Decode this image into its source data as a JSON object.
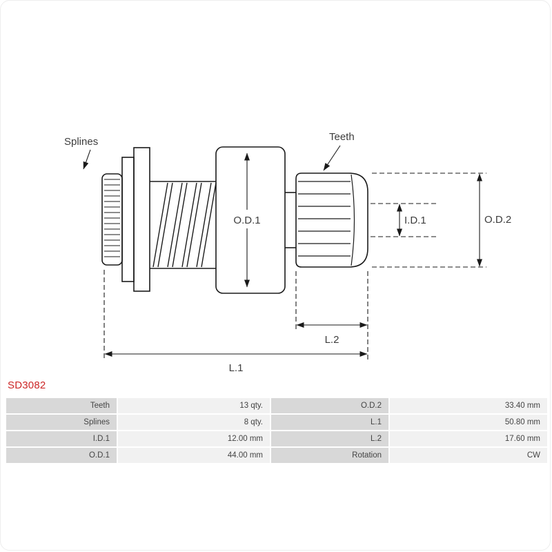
{
  "part_number": "SD3082",
  "accent_color": "#cc2626",
  "diagram": {
    "labels": {
      "splines": "Splines",
      "teeth": "Teeth",
      "od1": "O.D.1",
      "id1": "I.D.1",
      "od2": "O.D.2",
      "l1": "L.1",
      "l2": "L.2"
    }
  },
  "spec_table": {
    "left": [
      {
        "label": "Teeth",
        "value": "13 qty."
      },
      {
        "label": "Splines",
        "value": "8 qty."
      },
      {
        "label": "I.D.1",
        "value": "12.00 mm"
      },
      {
        "label": "O.D.1",
        "value": "44.00 mm"
      }
    ],
    "right": [
      {
        "label": "O.D.2",
        "value": "33.40 mm"
      },
      {
        "label": "L.1",
        "value": "50.80 mm"
      },
      {
        "label": "L.2",
        "value": "17.60 mm"
      },
      {
        "label": "Rotation",
        "value": "CW"
      }
    ]
  }
}
